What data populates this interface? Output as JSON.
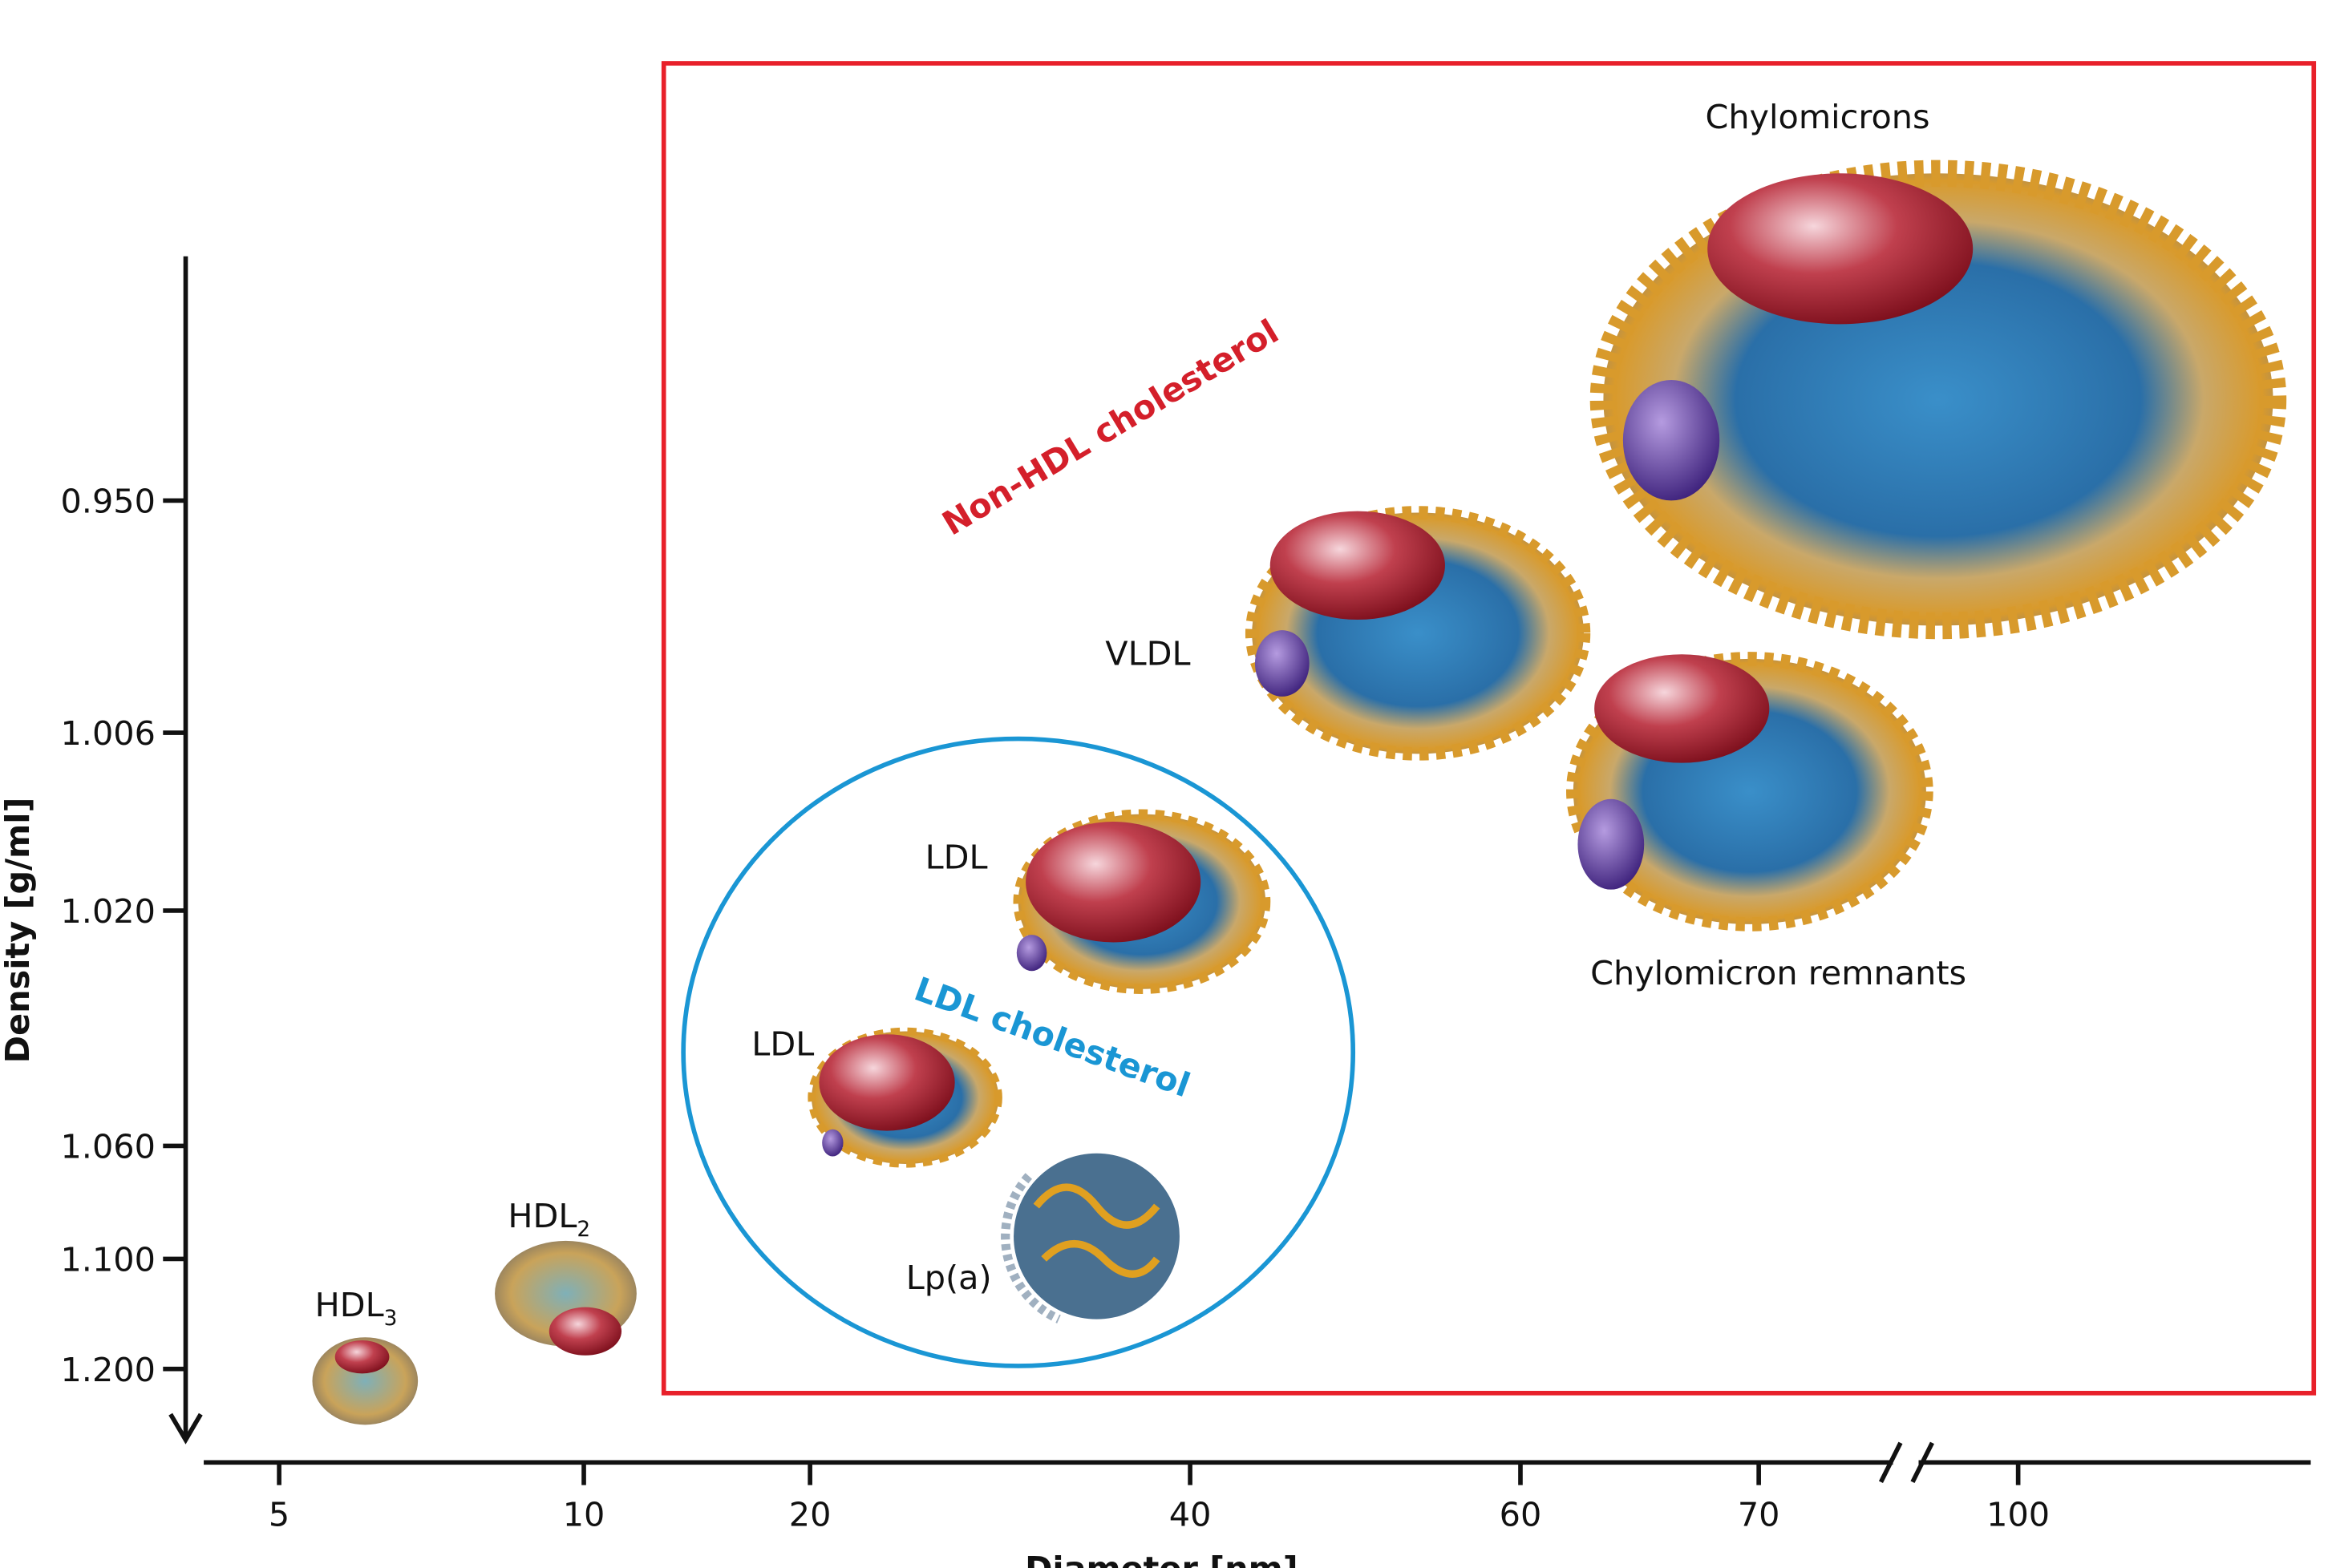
{
  "colors": {
    "non_hdl": "#e8202a",
    "ldl_group": "#1a96d4",
    "axis": "#111111"
  },
  "chart_data": {
    "type": "scatter",
    "title": "",
    "xlabel": "Diameter [nm]",
    "ylabel": "Density [g/ml]",
    "x_ticks": [
      "5",
      "10",
      "20",
      "40",
      "60",
      "70",
      "100"
    ],
    "y_ticks": [
      "0.950",
      "1.006",
      "1.020",
      "1.060",
      "1.100",
      "1.200"
    ],
    "x_axis_break": true,
    "y_axis_direction": "down",
    "particles": [
      {
        "name": "Chylomicrons",
        "label": "Chylomicrons"
      },
      {
        "name": "VLDL",
        "label": "VLDL"
      },
      {
        "name": "Chylomicron remnants",
        "label": "Chylomicron remnants"
      },
      {
        "name": "LDL large",
        "label": "LDL"
      },
      {
        "name": "LDL small",
        "label": "LDL"
      },
      {
        "name": "Lp(a)",
        "label": "Lp(a)"
      },
      {
        "name": "HDL2",
        "label": "HDL",
        "sub": "2"
      },
      {
        "name": "HDL3",
        "label": "HDL",
        "sub": "3"
      }
    ],
    "groups": {
      "non_hdl": "Non-HDL cholesterol",
      "ldl": "LDL cholesterol"
    }
  }
}
